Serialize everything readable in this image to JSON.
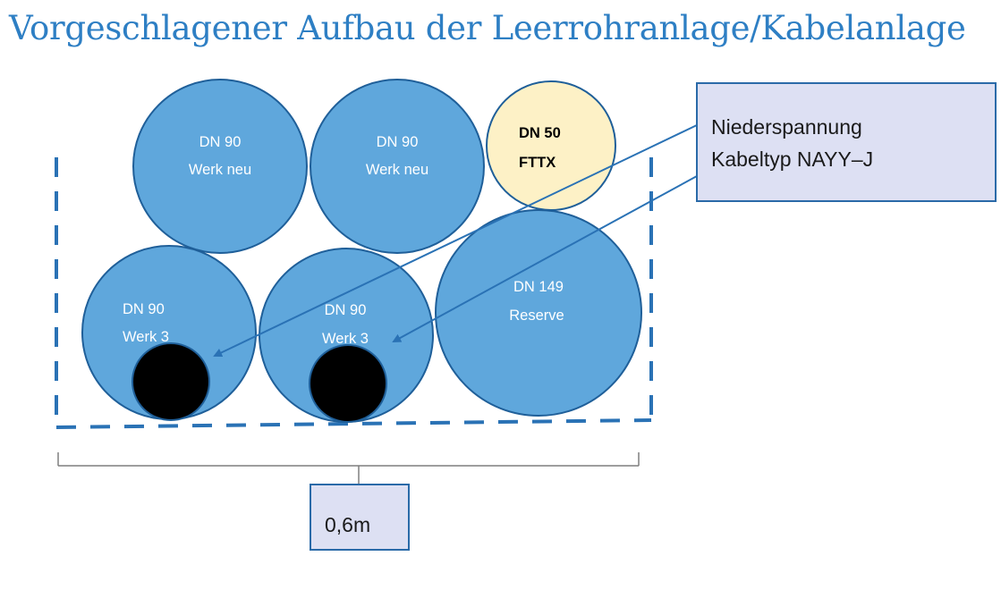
{
  "title": "Vorgeschlagener Aufbau der Leerrohranlage/Kabelanlage",
  "colors": {
    "pipe": "#5fa7dc",
    "pipe_stroke": "#1f5f99",
    "fttx_pipe": "#fdf1c6",
    "cable": "#000000",
    "dash": "#2a72b5",
    "callout_bg": "#dde0f3",
    "title": "#2e7fc4"
  },
  "pipes": [
    {
      "id": "top-left",
      "dn": "DN 90",
      "label": "Werk neu"
    },
    {
      "id": "top-mid",
      "dn": "DN 90",
      "label": "Werk neu"
    },
    {
      "id": "top-right",
      "dn": "DN 50",
      "label": "FTTX"
    },
    {
      "id": "bottom-left",
      "dn": "DN 90",
      "label": "Werk 3"
    },
    {
      "id": "bottom-mid",
      "dn": "DN 90",
      "label": "Werk 3"
    },
    {
      "id": "bottom-right",
      "dn": "DN 149",
      "label": "Reserve"
    }
  ],
  "callout": {
    "line1": "Niederspannung",
    "line2": "Kabeltyp NAYY–J"
  },
  "width_label": "0,6m"
}
